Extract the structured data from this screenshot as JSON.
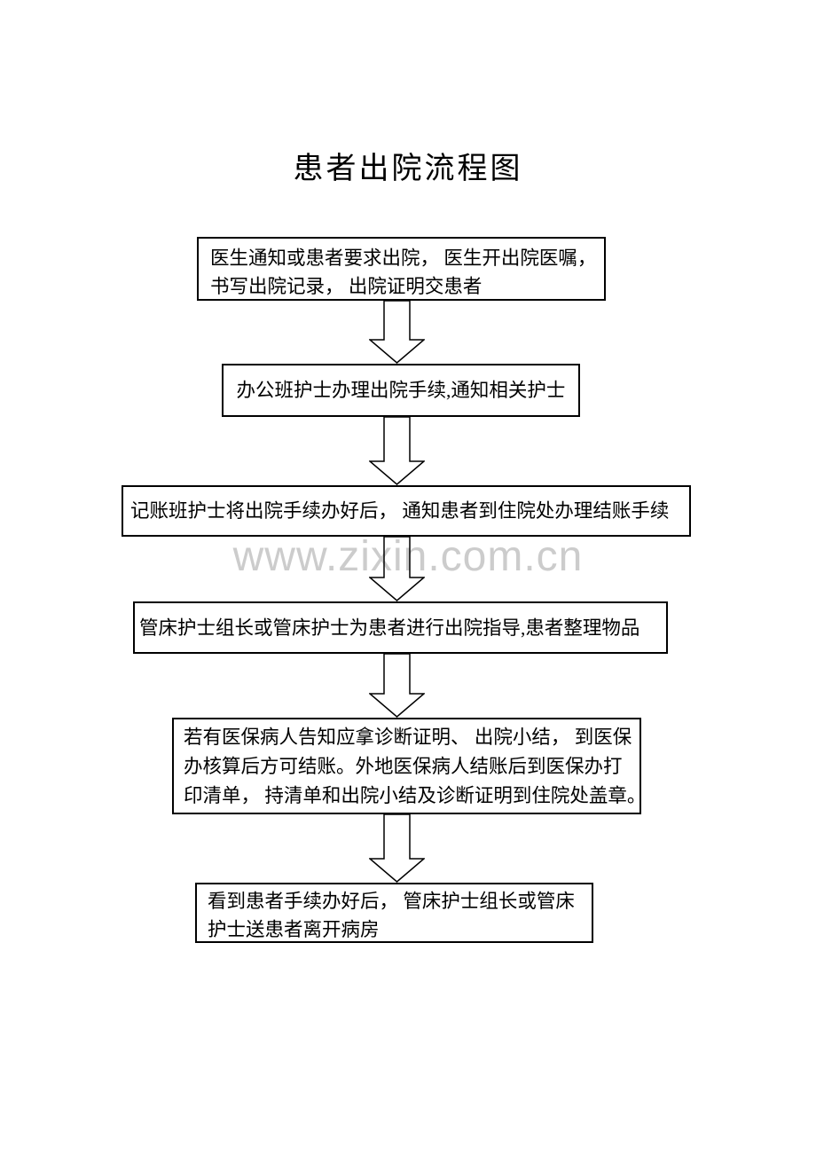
{
  "page": {
    "title": "患者出院流程图",
    "watermark": "www.zixin.com.cn",
    "colors": {
      "background": "#ffffff",
      "text": "#000000",
      "node_border": "#000000",
      "watermark": "#cccccc"
    }
  },
  "flowchart": {
    "direction": "top-down",
    "nodes": [
      {
        "id": "step-1",
        "lines": {
          "l1": "医生通知或患者要求出院， 医生开出院医嘱，",
          "l2": "书写出院记录， 出院证明交患者"
        }
      },
      {
        "id": "step-2",
        "lines": {
          "l1": "办公班护士办理出院手续,通知相关护士"
        }
      },
      {
        "id": "step-3",
        "lines": {
          "l1": "记账班护士将出院手续办好后， 通知患者到住院处办理结账手续"
        }
      },
      {
        "id": "step-4",
        "lines": {
          "l1": "管床护士组长或管床护士为患者进行出院指导,患者整理物品"
        }
      },
      {
        "id": "step-5",
        "lines": {
          "l1": "若有医保病人告知应拿诊断证明、 出院小结， 到医保",
          "l2": "办核算后方可结账。外地医保病人结账后到医保办打",
          "l3": "印清单， 持清单和出院小结及诊断证明到住院处盖章。"
        }
      },
      {
        "id": "step-6",
        "lines": {
          "l1": "看到患者手续办好后， 管床护士组长或管床",
          "l2": "护士送患者离开病房"
        }
      }
    ]
  }
}
